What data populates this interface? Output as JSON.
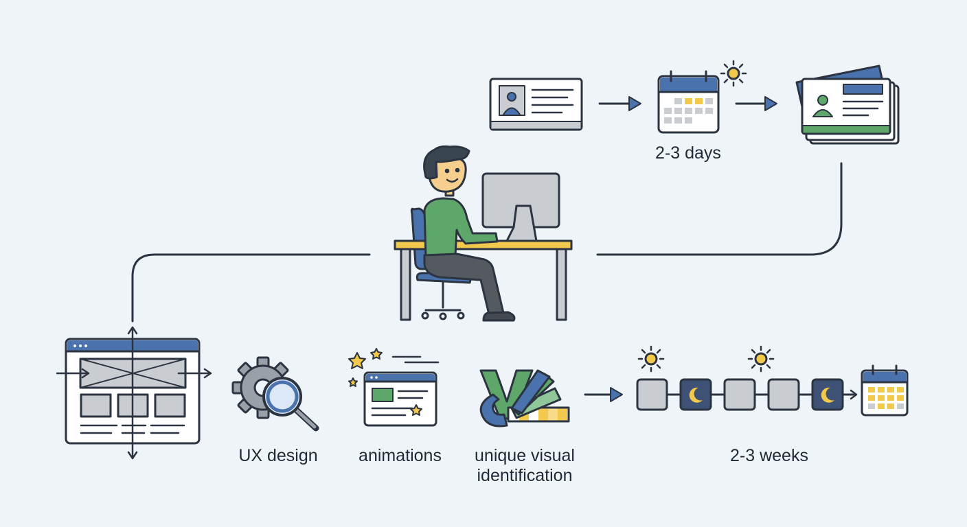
{
  "labels": {
    "short_duration": "2-3 days",
    "ux_design": "UX design",
    "animations": "animations",
    "visual_id_line1": "unique visual",
    "visual_id_line2": "identification",
    "long_duration": "2-3 weeks"
  },
  "colors": {
    "stroke": "#2b3440",
    "blue": "#4a72ad",
    "green": "#5fa66a",
    "yellow": "#f2c94c",
    "gray": "#c9ccd1",
    "navy": "#3d5275",
    "background": "#eef4f8"
  },
  "icons": [
    "profile-card-icon",
    "calendar-icon",
    "sun-icon",
    "stacked-profile-cards-icon",
    "person-at-desk-illustration",
    "monitor-icon",
    "wireframe-layout-icon",
    "gear-icon",
    "magnifier-icon",
    "animated-window-icon",
    "star-icon",
    "logo-swatch-icon",
    "color-palette-icon",
    "moon-icon",
    "day-square-icon"
  ]
}
